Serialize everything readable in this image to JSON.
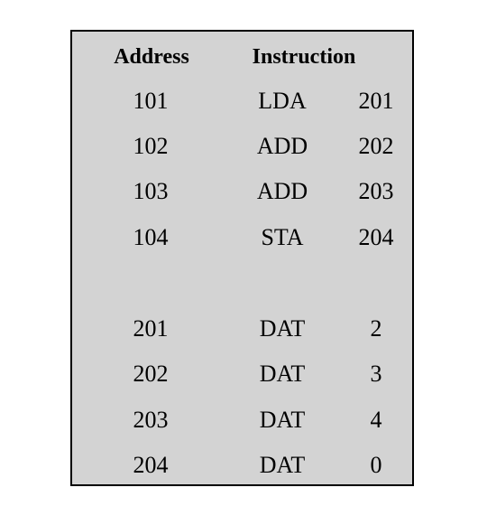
{
  "headers": {
    "address": "Address",
    "instruction": "Instruction"
  },
  "rows": [
    {
      "address": "101",
      "opcode": "LDA",
      "operand": "201"
    },
    {
      "address": "102",
      "opcode": "ADD",
      "operand": "202"
    },
    {
      "address": "103",
      "opcode": "ADD",
      "operand": "203"
    },
    {
      "address": "104",
      "opcode": "STA",
      "operand": "204"
    },
    {
      "address": "201",
      "opcode": "DAT",
      "operand": "2"
    },
    {
      "address": "202",
      "opcode": "DAT",
      "operand": "3"
    },
    {
      "address": "203",
      "opcode": "DAT",
      "operand": "4"
    },
    {
      "address": "204",
      "opcode": "DAT",
      "operand": "0"
    }
  ],
  "colors": {
    "background": "#d3d3d3",
    "border": "#000000",
    "text": "#000000"
  }
}
